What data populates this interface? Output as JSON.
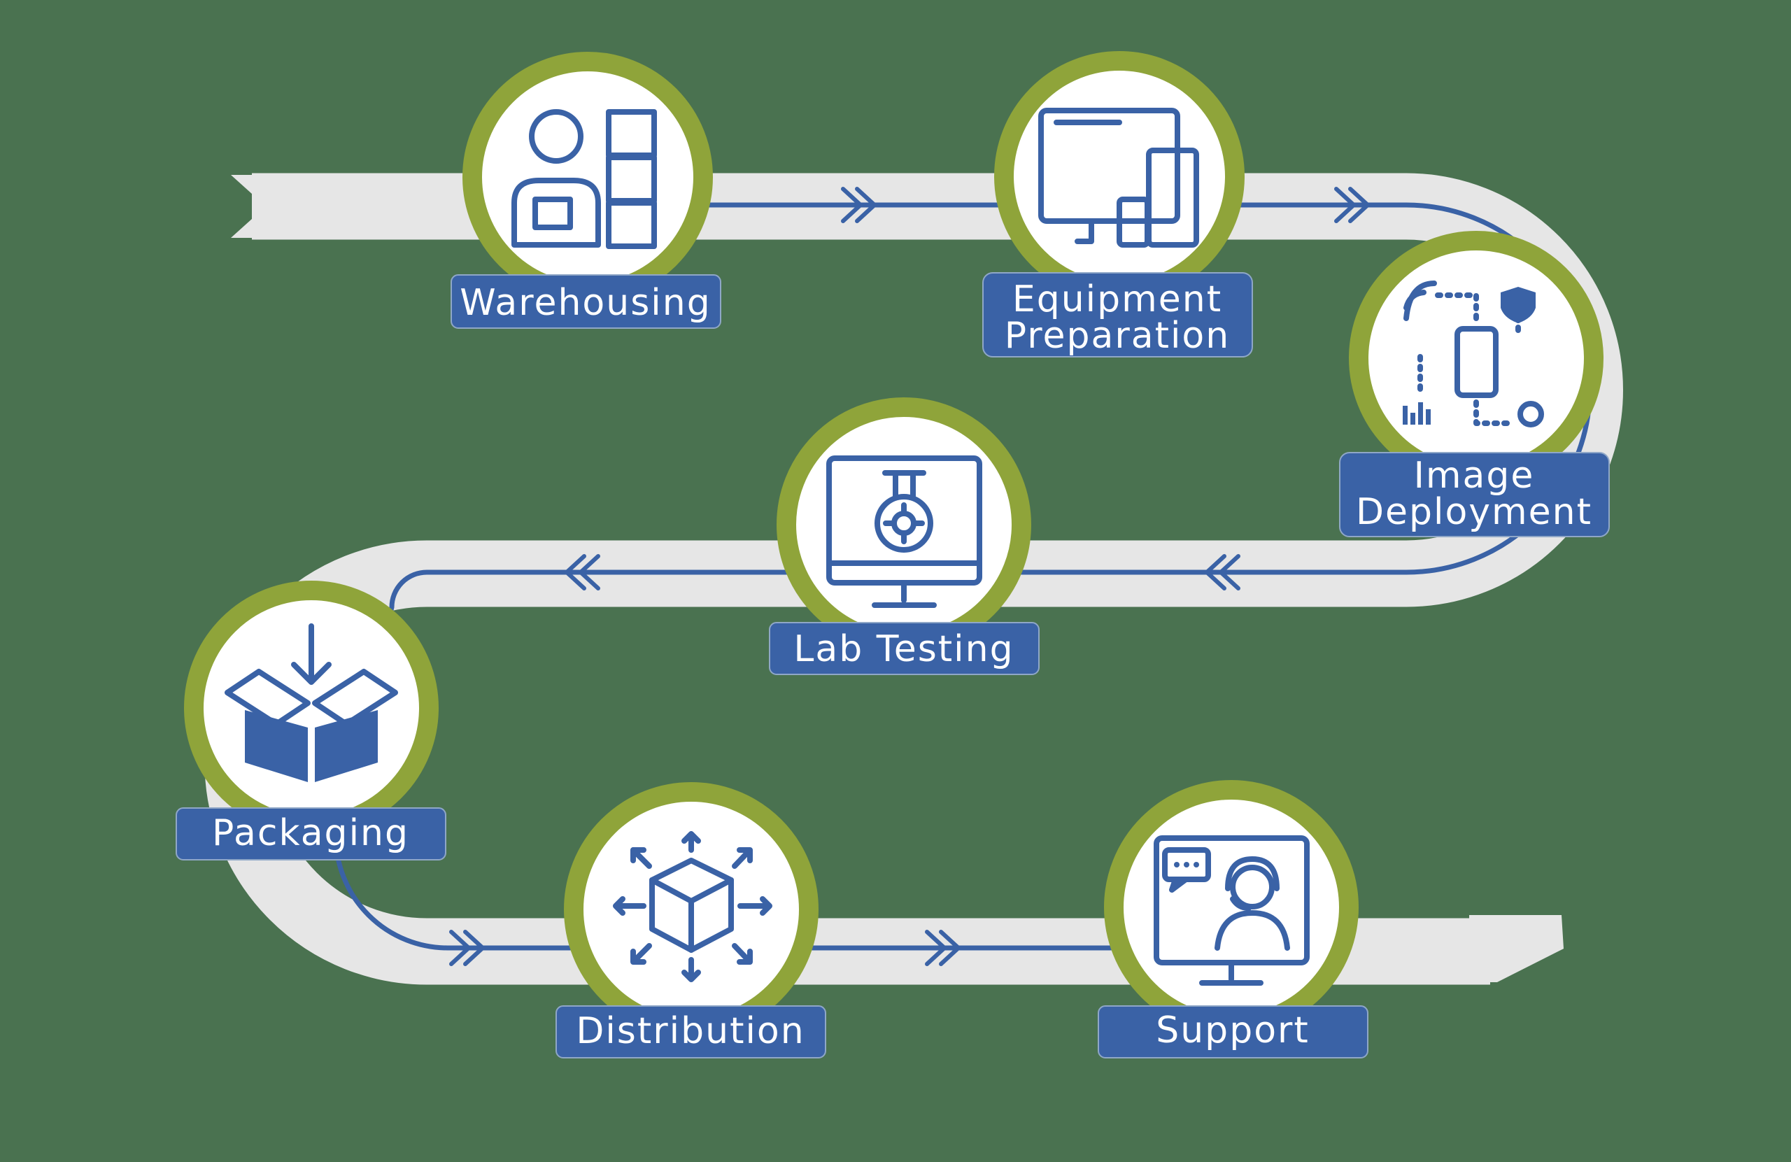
{
  "colors": {
    "background": "#4a7250",
    "track": "#e6e6e6",
    "line": "#3a62a6",
    "ring": "#8fa43a",
    "label": "#3a62a6"
  },
  "steps": [
    {
      "label": "Warehousing",
      "icon": "warehouse-worker-icon"
    },
    {
      "label": "Equipment Preparation",
      "line1": "Equipment",
      "line2": "Preparation",
      "icon": "devices-icon"
    },
    {
      "label": "Image Deployment",
      "line1": "Image",
      "line2": "Deployment",
      "icon": "mobile-network-icon"
    },
    {
      "label": "Lab Testing",
      "icon": "monitor-flask-gear-icon"
    },
    {
      "label": "Packaging",
      "icon": "box-arrow-in-icon"
    },
    {
      "label": "Distribution",
      "icon": "box-arrows-out-icon"
    },
    {
      "label": "Support",
      "icon": "headset-support-icon"
    }
  ]
}
